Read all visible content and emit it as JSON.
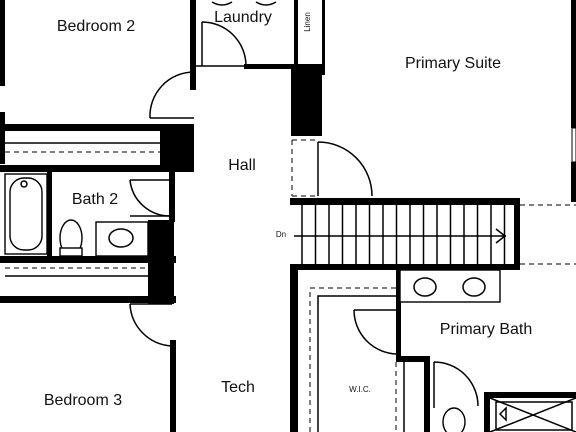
{
  "rooms": {
    "bedroom2": "Bedroom 2",
    "laundry": "Laundry",
    "linen": "Linen",
    "primary_suite": "Primary Suite",
    "hall": "Hall",
    "bath2": "Bath 2",
    "dn": "Dn",
    "primary_bath": "Primary Bath",
    "bedroom3": "Bedroom 3",
    "tech": "Tech",
    "wic": "W.I.C."
  },
  "colors": {
    "wall": "#000000",
    "background": "#ffffff",
    "text": "#111111"
  }
}
